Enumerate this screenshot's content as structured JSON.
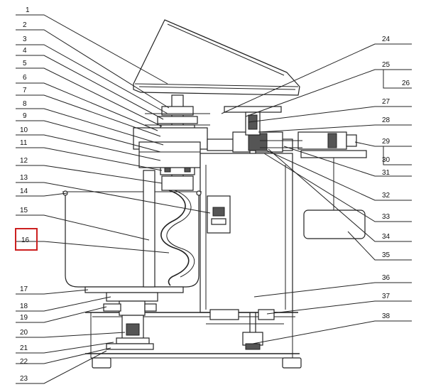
{
  "diagram": {
    "highlight_color": "#cc1f1f",
    "highlighted_label": "16",
    "callouts_left": [
      "1",
      "2",
      "3",
      "4",
      "5",
      "6",
      "7",
      "8",
      "9",
      "10",
      "11",
      "12",
      "13",
      "14",
      "15",
      "16",
      "17",
      "18",
      "19",
      "20",
      "21",
      "22",
      "23"
    ],
    "callouts_right": [
      "24",
      "25",
      "26",
      "27",
      "28",
      "29",
      "30",
      "31",
      "32",
      "33",
      "34",
      "35",
      "36",
      "37",
      "38"
    ]
  }
}
